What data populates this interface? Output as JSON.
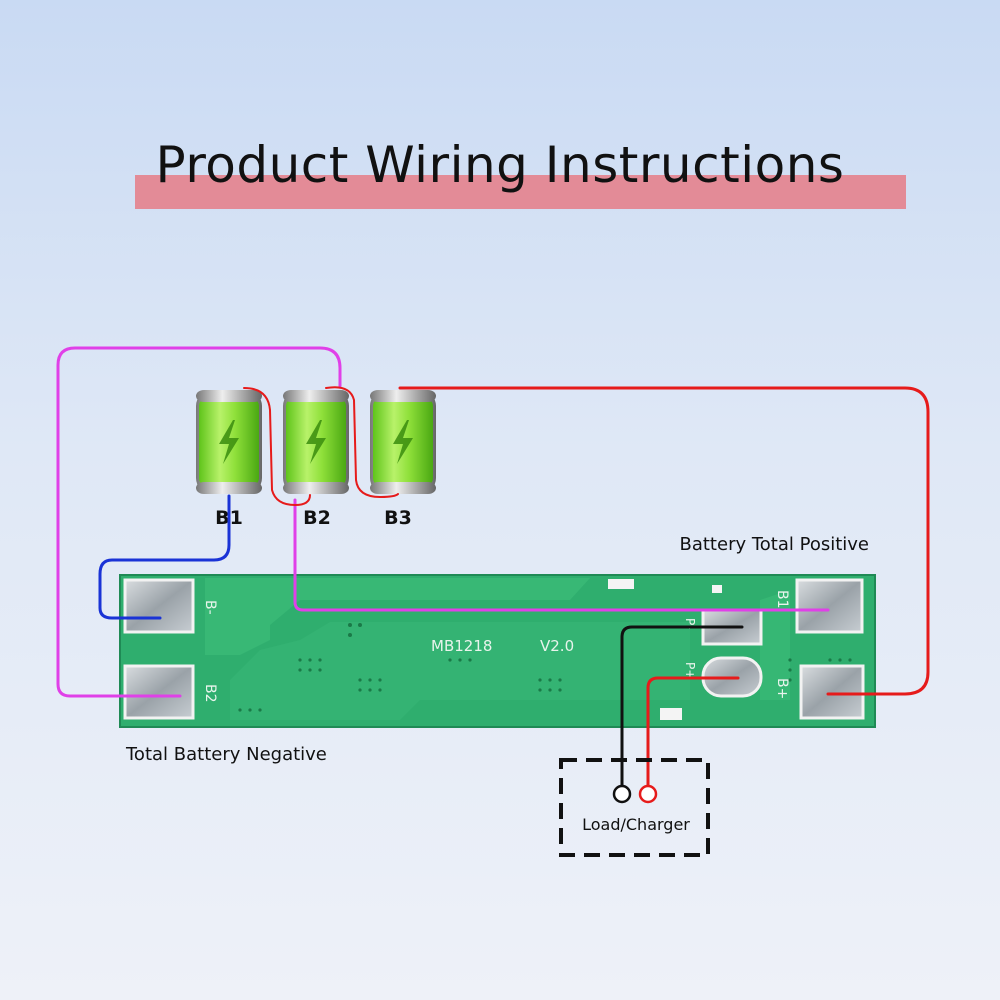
{
  "title": "Product Wiring Instructions",
  "batteries": [
    {
      "label": "B1"
    },
    {
      "label": "B2"
    },
    {
      "label": "B3"
    }
  ],
  "board": {
    "model": "MB1218",
    "version": "V2.0",
    "pads": {
      "b_minus": "B-",
      "b2": "B2",
      "b1": "B1",
      "b_plus": "B+",
      "p_minus": "P-",
      "p_plus": "P+"
    }
  },
  "labels": {
    "positive": "Battery Total Positive",
    "negative": "Total Battery Negative",
    "load": "Load/Charger"
  },
  "colors": {
    "wire_pink": "#e040e8",
    "wire_red": "#e61b1b",
    "wire_blue": "#1a33d6",
    "wire_black": "#111111",
    "board": "#2fae6e",
    "title_bar": "#e38b97"
  }
}
